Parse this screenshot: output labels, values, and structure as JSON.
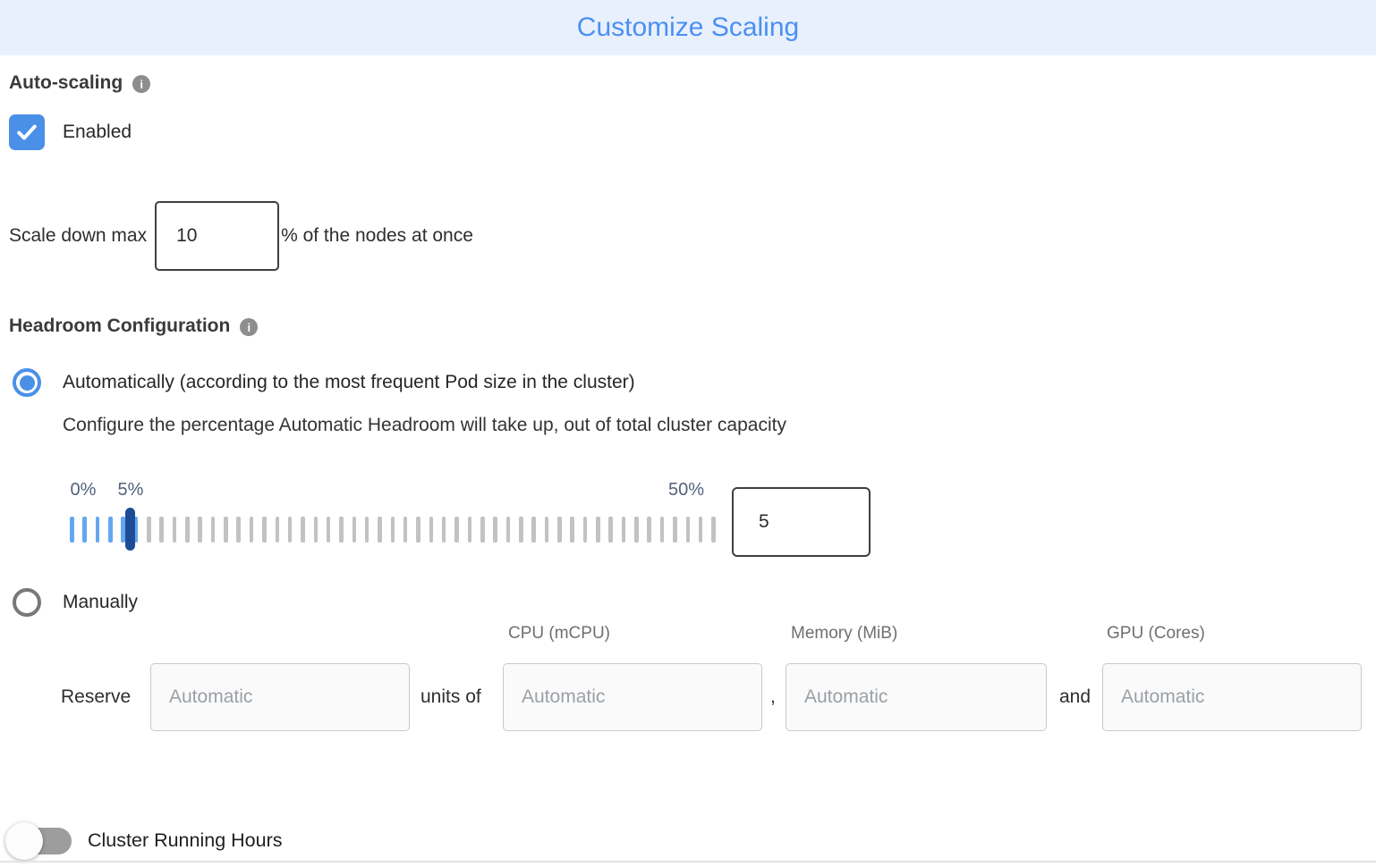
{
  "header": {
    "title": "Customize Scaling",
    "title_color": "#4a90f2",
    "bg_color": "#e9f0fd"
  },
  "auto_scaling": {
    "label": "Auto-scaling",
    "checkbox": {
      "label": "Enabled",
      "checked": true,
      "color": "#4a90e8"
    }
  },
  "scale_down": {
    "prefix": "Scale down max",
    "value": "10",
    "suffix": "% of the nodes at once"
  },
  "headroom": {
    "label": "Headroom Configuration",
    "automatic_option": {
      "label": "Automatically (according to the most frequent Pod size in the cluster)",
      "selected": true,
      "description": "Configure the percentage Automatic Headroom will take up, out of total cluster capacity",
      "slider": {
        "min_label": "0%",
        "current_label": "5%",
        "max_label": "50%",
        "total_ticks": 51,
        "active_ticks": 6,
        "value": "5",
        "colors": {
          "active_tick": "#64a7f0",
          "inactive_tick": "#c2c2c2",
          "handle": "#1d4c96",
          "labels": "#53617c"
        }
      }
    },
    "manual_option": {
      "label": "Manually",
      "selected": false,
      "columns": [
        "CPU (mCPU)",
        "Memory (MiB)",
        "GPU (Cores)"
      ],
      "reserve": {
        "prefix": "Reserve",
        "units_label": "units of",
        "separator_comma": ",",
        "separator_and": "and",
        "inputs": [
          {
            "placeholder": "Automatic"
          },
          {
            "placeholder": "Automatic"
          },
          {
            "placeholder": "Automatic"
          },
          {
            "placeholder": "Automatic"
          }
        ]
      }
    }
  },
  "cluster_running_hours": {
    "label": "Cluster Running Hours",
    "enabled": false
  }
}
